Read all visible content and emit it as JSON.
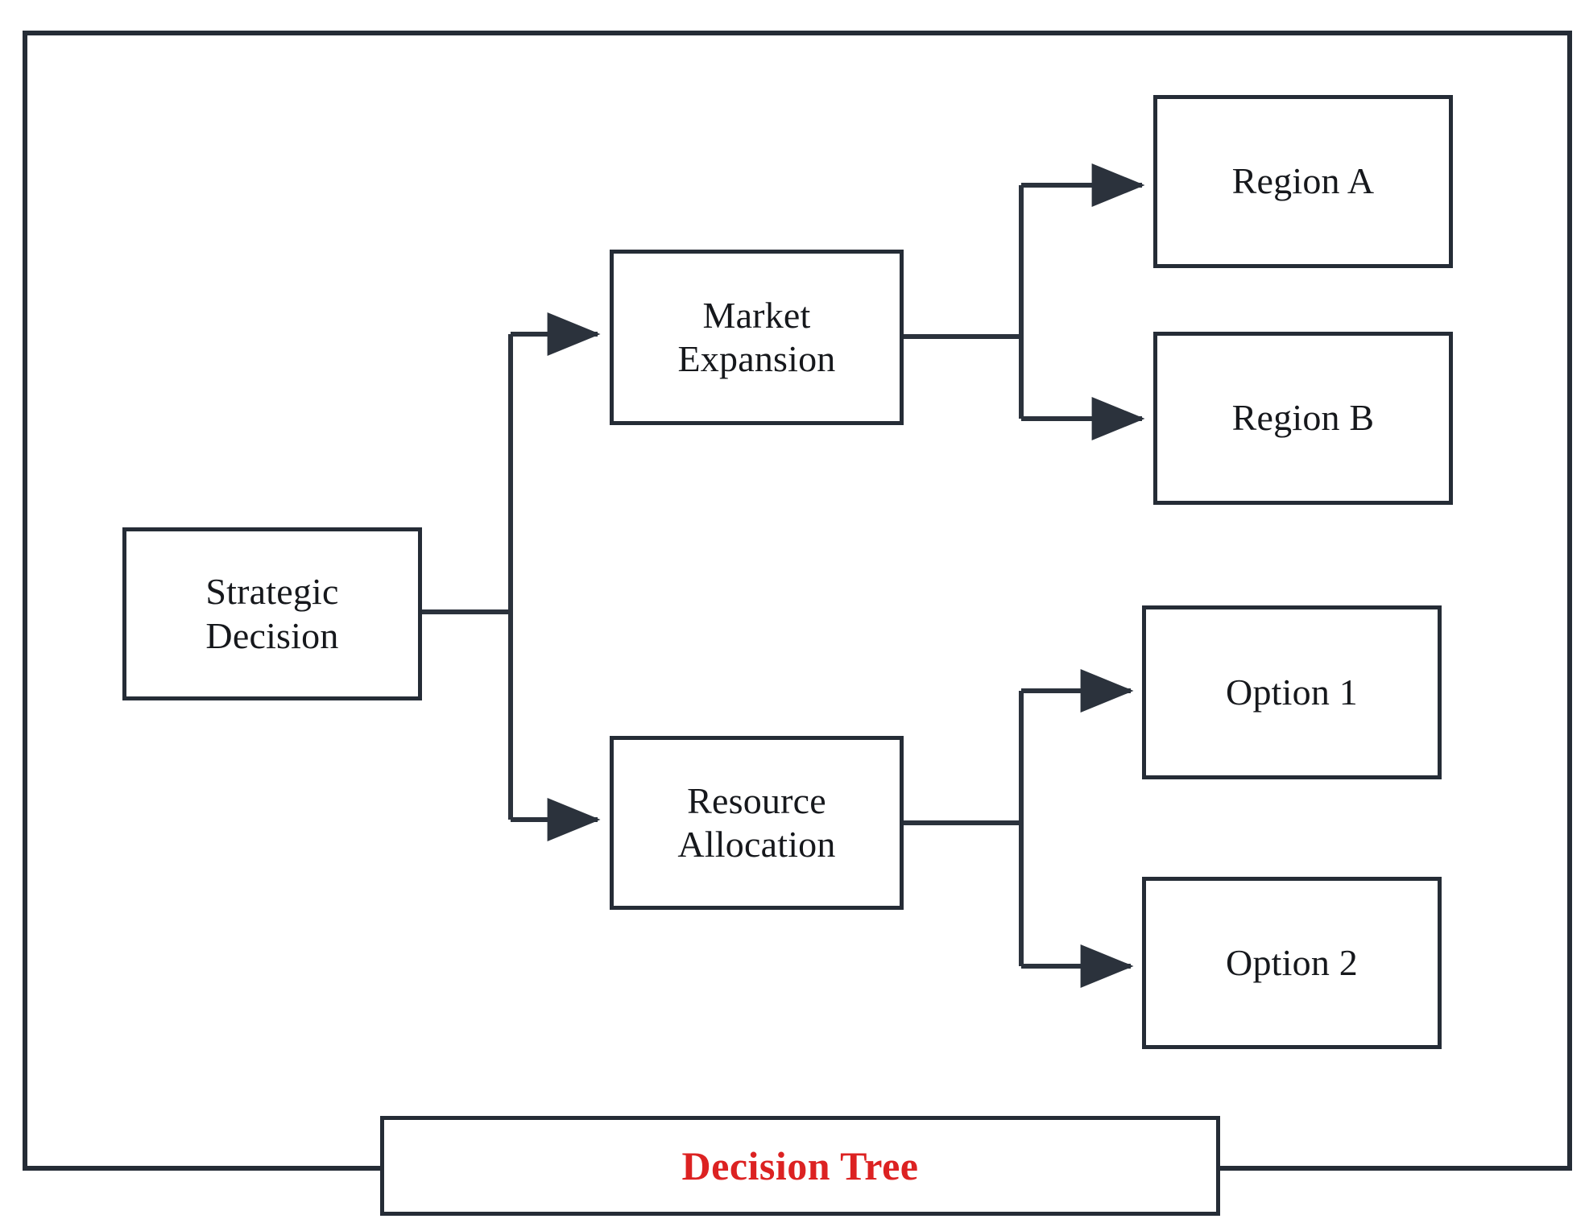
{
  "diagram": {
    "title": "Decision Tree",
    "title_color": "#dc2222",
    "frame_color": "#252c36",
    "background_color": "#ffffff",
    "type": "decision-tree",
    "root": {
      "id": "strategic-decision",
      "label": "Strategic\nDecision"
    },
    "branches": [
      {
        "id": "market-expansion",
        "label": "Market\nExpansion",
        "children": [
          {
            "id": "region-a",
            "label": "Region A"
          },
          {
            "id": "region-b",
            "label": "Region B"
          }
        ]
      },
      {
        "id": "resource-allocation",
        "label": "Resource\nAllocation",
        "children": [
          {
            "id": "option-1",
            "label": "Option 1"
          },
          {
            "id": "option-2",
            "label": "Option 2"
          }
        ]
      }
    ],
    "nodes": {
      "strategic_decision": "Strategic\nDecision",
      "market_expansion": "Market\nExpansion",
      "resource_allocation": "Resource\nAllocation",
      "region_a": "Region A",
      "region_b": "Region B",
      "option_1": "Option 1",
      "option_2": "Option 2"
    }
  }
}
